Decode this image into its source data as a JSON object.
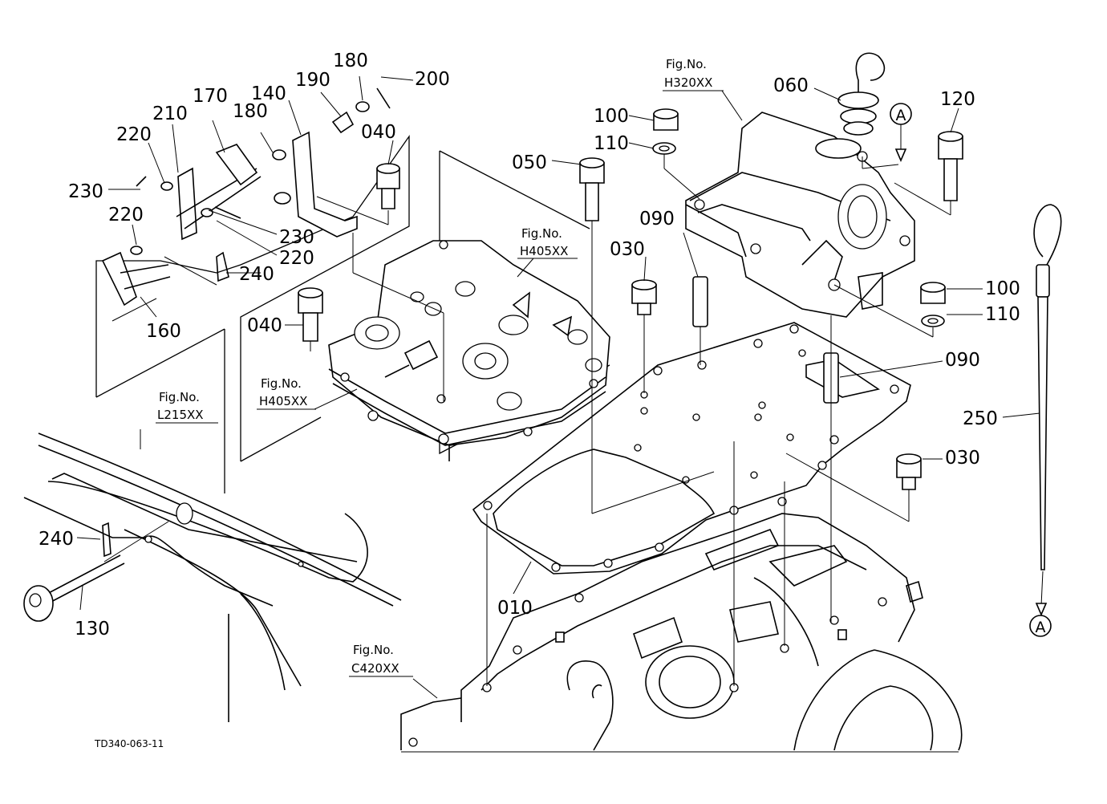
{
  "diagram_code": "TD340-063-11",
  "fig_refs": {
    "h320": {
      "title": "Fig.No.",
      "code": "H320XX"
    },
    "h405_top": {
      "title": "Fig.No.",
      "code": "H405XX"
    },
    "h405_left": {
      "title": "Fig.No.",
      "code": "H405XX"
    },
    "l215": {
      "title": "Fig.No.",
      "code": "L215XX"
    },
    "c420": {
      "title": "Fig.No.",
      "code": "C420XX"
    }
  },
  "arrow_markers": {
    "top": "A",
    "bottom": "A"
  },
  "part_labels": {
    "p180_top": "180",
    "p200": "200",
    "p190": "190",
    "p140": "140",
    "p170": "170",
    "p180_mid": "180",
    "p210": "210",
    "p220_a": "220",
    "p040_a": "040",
    "p230_a": "230",
    "p220_b": "220",
    "p230_b": "230",
    "p220_c": "220",
    "p240_a": "240",
    "p160": "160",
    "p040_b": "040",
    "p050": "050",
    "p100_a": "100",
    "p110_a": "110",
    "p060": "060",
    "p120": "120",
    "p090_a": "090",
    "p030_a": "030",
    "p100_b": "100",
    "p110_b": "110",
    "p090_b": "090",
    "p250": "250",
    "p030_b": "030",
    "p010": "010",
    "p240_b": "240",
    "p130": "130"
  }
}
